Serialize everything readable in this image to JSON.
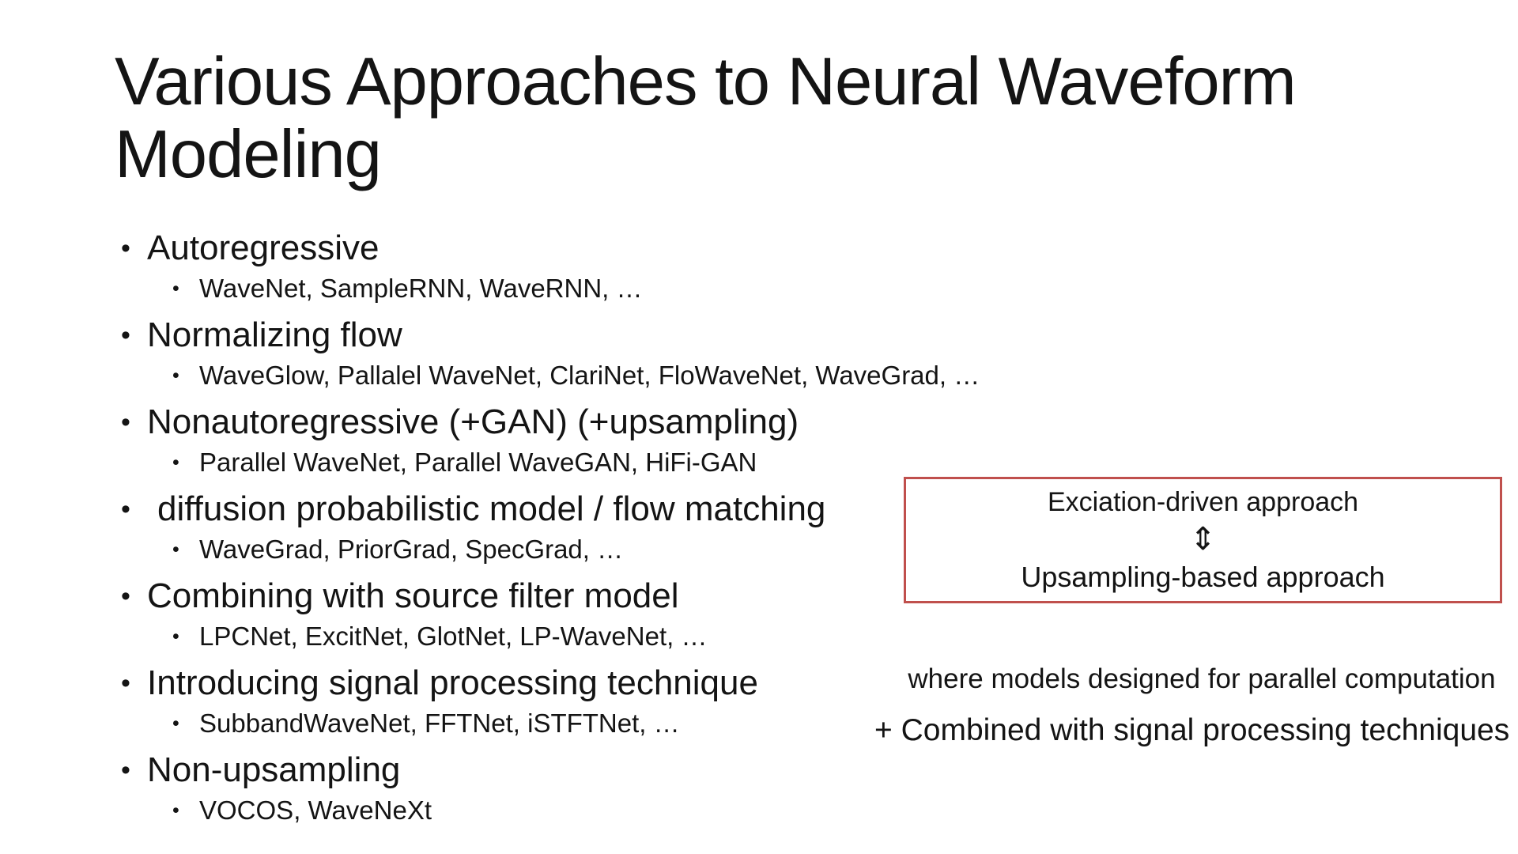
{
  "title": {
    "line1": "Various Approaches to Neural Waveform",
    "line2": "Modeling"
  },
  "list": {
    "items": [
      {
        "label": "Autoregressive",
        "sub": "WaveNet, SampleRNN, WaveRNN, …"
      },
      {
        "label": "Normalizing flow",
        "sub": "WaveGlow, Pallalel WaveNet, ClariNet, FloWaveNet, WaveGrad, …"
      },
      {
        "label": "Nonautoregressive (+GAN) (+upsampling)",
        "sub": "Parallel WaveNet, Parallel WaveGAN, HiFi-GAN"
      },
      {
        "label": "diffusion probabilistic model / flow matching",
        "sub": "WaveGrad, PriorGrad, SpecGrad, …"
      },
      {
        "label": "Combining with source filter model",
        "sub": "LPCNet, ExcitNet, GlotNet, LP-WaveNet, …"
      },
      {
        "label": "Introducing signal processing technique",
        "sub": "SubbandWaveNet, FFTNet, iSTFTNet, …"
      },
      {
        "label": "Non-upsampling",
        "sub": "VOCOS, WaveNeXt"
      }
    ]
  },
  "callout": {
    "line1": "Exciation-driven approach",
    "arrow": "⇕",
    "line2": "Upsampling-based approach",
    "border_color": "#C0504D"
  },
  "notes": {
    "note1": "where models designed for parallel computation",
    "note2": "+ Combined with signal processing techniques"
  }
}
